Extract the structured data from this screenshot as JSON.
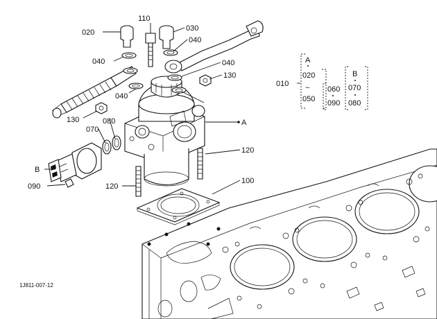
{
  "diagram": {
    "reference_code": "1J811-007-12",
    "callouts": [
      {
        "id": "c020",
        "text": "020"
      },
      {
        "id": "c110",
        "text": "110"
      },
      {
        "id": "c030",
        "text": "030"
      },
      {
        "id": "c040a",
        "text": "040"
      },
      {
        "id": "c040b",
        "text": "040"
      },
      {
        "id": "c040c",
        "text": "040"
      },
      {
        "id": "c040d",
        "text": "040"
      },
      {
        "id": "c130a",
        "text": "130"
      },
      {
        "id": "c130b",
        "text": "130"
      },
      {
        "id": "c070",
        "text": "070"
      },
      {
        "id": "c080",
        "text": "080"
      },
      {
        "id": "cA",
        "text": "A"
      },
      {
        "id": "cB",
        "text": "B"
      },
      {
        "id": "c090",
        "text": "090"
      },
      {
        "id": "c120a",
        "text": "120"
      },
      {
        "id": "c120b",
        "text": "120"
      },
      {
        "id": "c100",
        "text": "100"
      }
    ],
    "legend": {
      "assembly": "010",
      "group_a": {
        "label": "A",
        "first": "020",
        "sep": "~",
        "last": "050"
      },
      "group_b": {
        "label": "B",
        "items": [
          "060",
          "090"
        ],
        "items2": [
          "070",
          "080"
        ]
      }
    }
  }
}
